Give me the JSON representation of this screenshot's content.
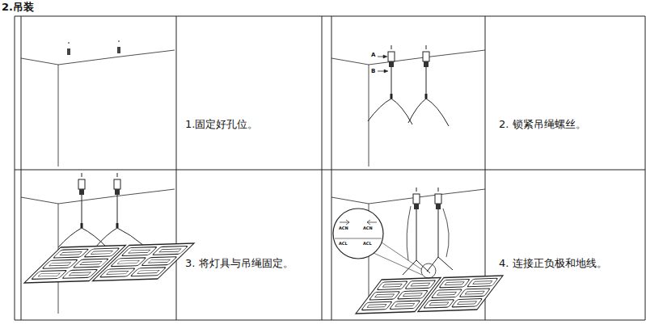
{
  "diagram": {
    "title": "2.吊装",
    "labels": [
      "1.固定好孔位。",
      "A",
      "B",
      "2. 锁紧吊绳螺丝。",
      "3. 将灯具与吊绳固定。",
      "ACN",
      "ACN",
      "ACL",
      "ACL",
      "4. 连接正负极和地线。"
    ]
  }
}
